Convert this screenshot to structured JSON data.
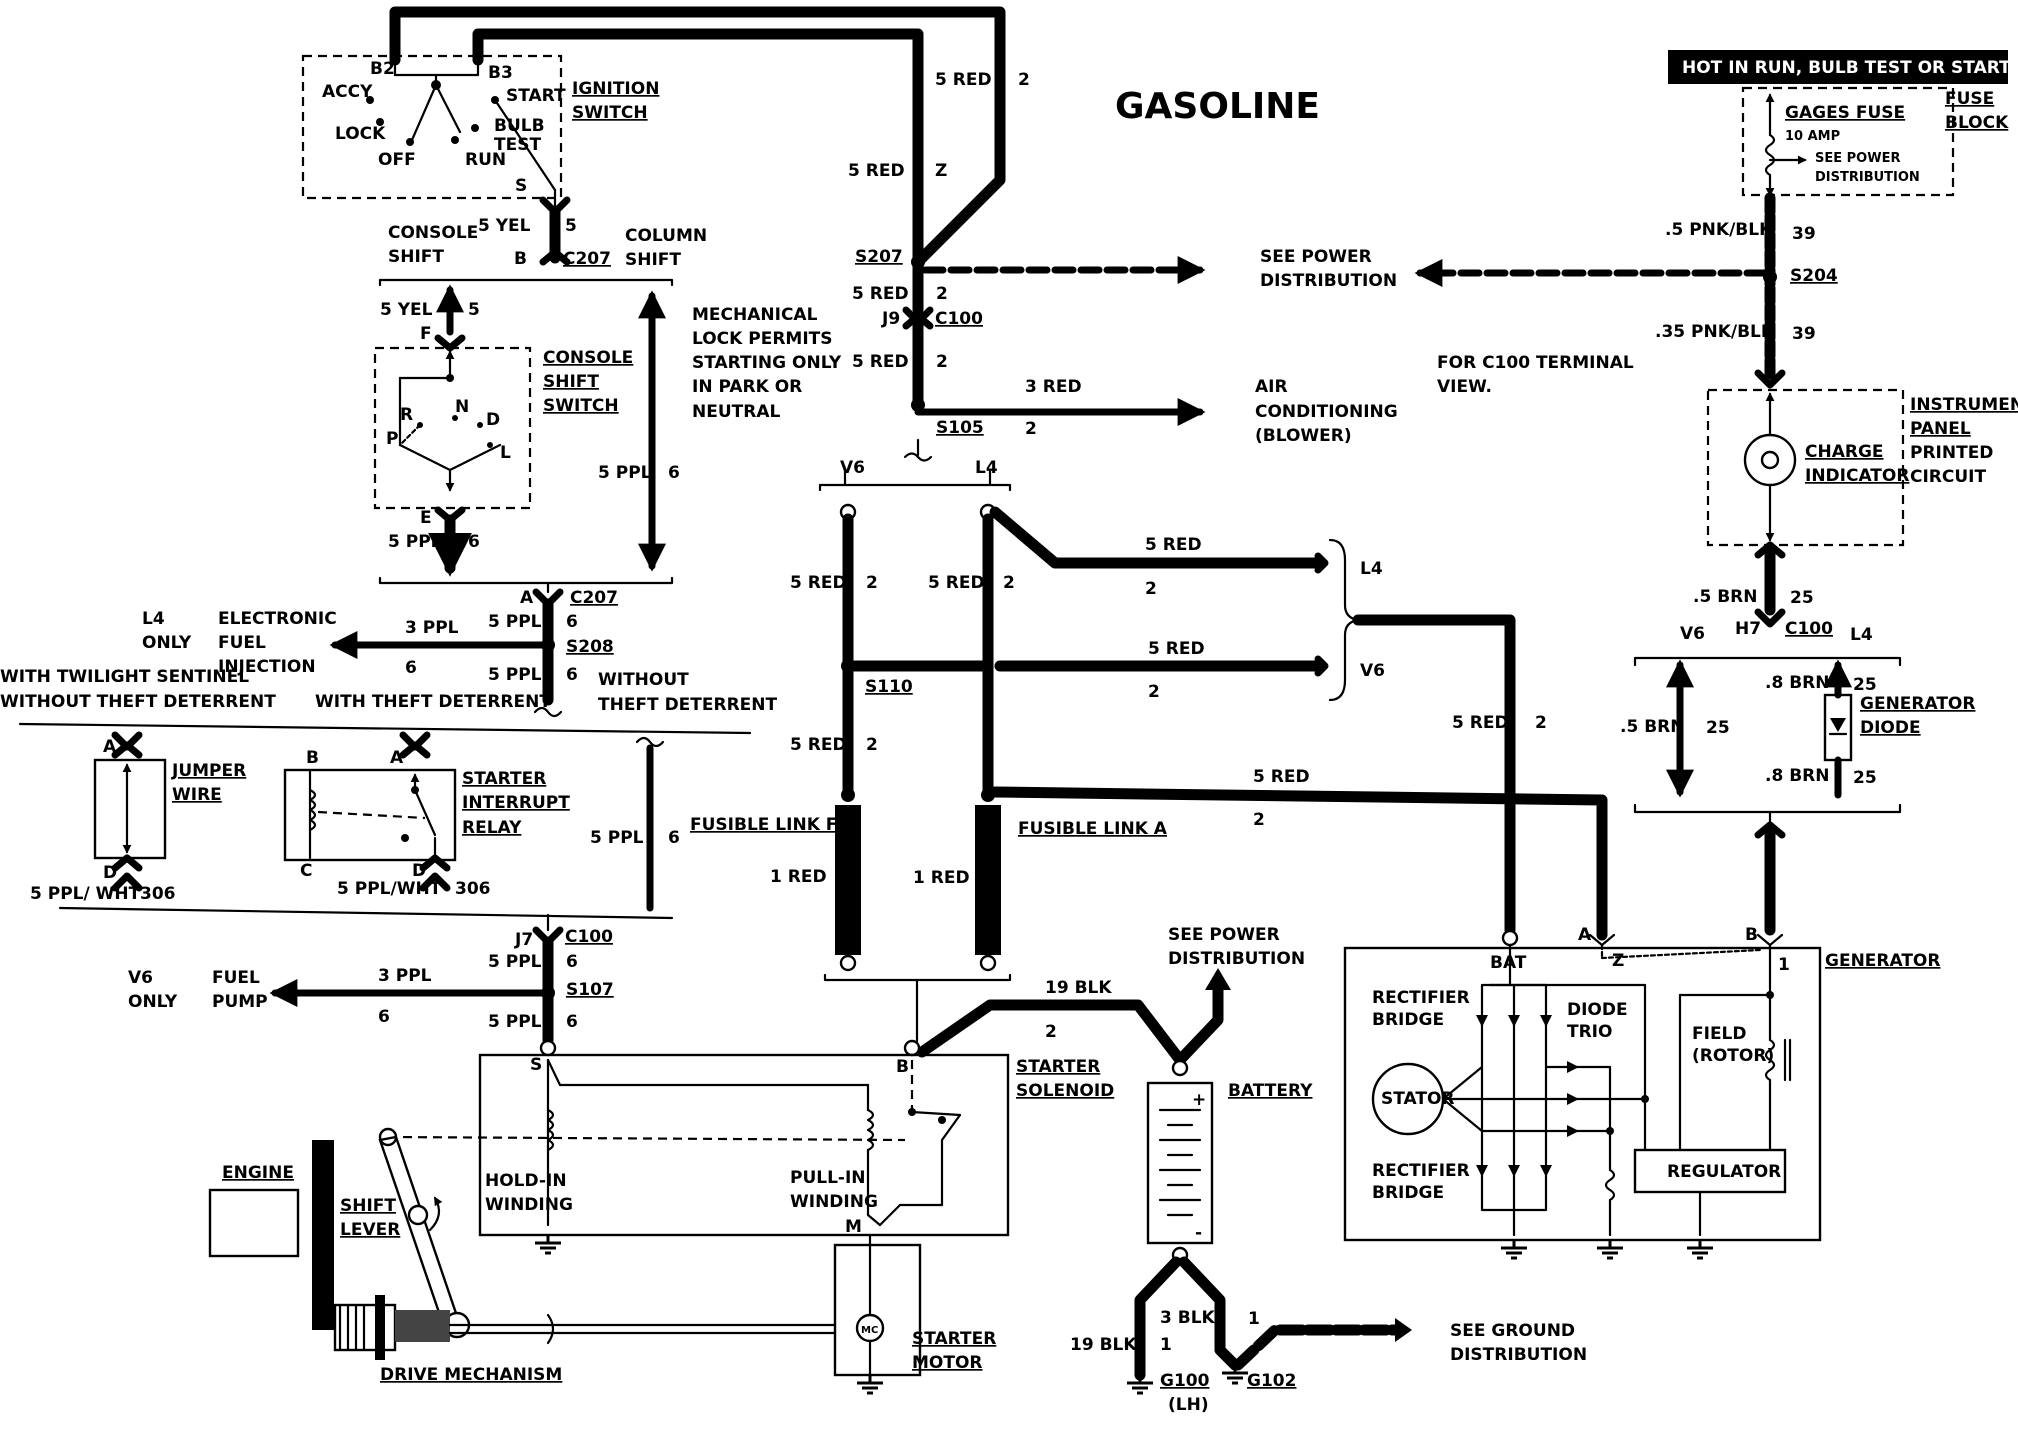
{
  "title": "GASOLINE",
  "banner": "HOT IN RUN,  BULB TEST OR START",
  "ignition": {
    "label1": "IGNITION",
    "label2": "SWITCH",
    "pos_accy": "ACCY",
    "pos_lock": "LOCK",
    "pos_off": "OFF",
    "pos_run": "RUN",
    "pos_start": "START",
    "pos_bulb": "BULB",
    "pos_test": "TEST",
    "t_b2": "B2",
    "t_b3": "B3",
    "t_s": "S"
  },
  "fuse_block": {
    "label1": "FUSE",
    "label2": "BLOCK",
    "fuse": "GAGES FUSE",
    "amp": "10 AMP",
    "see1": "SEE POWER",
    "see2": "DISTRIBUTION"
  },
  "wires": {
    "w_5red_2_top": "5 RED",
    "n_2_top": "2",
    "w_5red_z": "5 RED",
    "n_z": "Z",
    "s207": "S207",
    "w_5red_j9": "5 RED",
    "n_2_j9": "2",
    "j9": "J9",
    "c100_j9": "C100",
    "w_5red_c100": "5 RED",
    "n_2_c100": "2",
    "w_3red_ac": "3 RED",
    "s105": "S105",
    "n_2_s105": "2",
    "see_power1": "SEE POWER",
    "see_power2": "DISTRIBUTION",
    "ac1": "AIR",
    "ac2": "CONDITIONING",
    "ac3": "(BLOWER)",
    "c100view1": "FOR C100 TERMINAL",
    "c100view2": "VIEW.",
    "pnk1": ".5 PNK/BLK",
    "n39a": "39",
    "s204": "S204",
    "pnk2": ".35 PNK/BLK",
    "n39b": "39",
    "brn1": ".5 BRN",
    "n25a": "25",
    "h7": "H7",
    "c100_h7": "C100",
    "v6_r": "V6",
    "l4_r": "L4",
    "brn_v6": ".5 BRN",
    "n25v6": "25",
    "brn_d1": ".8 BRN",
    "n25d1": "25",
    "brn_d2": ".8 BRN",
    "n25d2": "25",
    "v6": "V6",
    "l4": "L4",
    "red_v6": "5 RED",
    "n2_v6": "2",
    "red_l4": "5 RED",
    "n2_l4": "2",
    "s110": "S110",
    "red_s110": "5 RED",
    "n2_s110": "2",
    "red_top_l4": "5 RED",
    "n2_top_l4": "2",
    "l4_brace": "L4",
    "red_mid_v6": "5 RED",
    "n2_mid_v6": "2",
    "v6_brace": "V6",
    "red_gen": "5 RED",
    "n2_gen": "2",
    "red_bat": "5 RED",
    "n2_bat": "2",
    "fuse_f": "FUSIBLE LINK F",
    "fuse_a": "FUSIBLE LINK A",
    "red1_f": "1 RED",
    "red1_a": "1 RED",
    "blk19": "19 BLK",
    "n2_blk": "2",
    "see_pd1": "SEE POWER",
    "see_pd2": "DISTRIBUTION",
    "blk3": "3 BLK",
    "n1a": "1",
    "blk19b": "19 BLK",
    "n1b": "1",
    "g100": "G100",
    "lh": "(LH)",
    "g102": "G102",
    "see_g1": "SEE GROUND",
    "see_g2": "DISTRIBUTION"
  },
  "left": {
    "yel5": "5 YEL",
    "n5": "5",
    "t_b": "B",
    "c207": "C207",
    "console1": "CONSOLE",
    "console2": "SHIFT",
    "column1": "COLUMN",
    "column2": "SHIFT",
    "yel5b": "5 YEL",
    "n5b": "5",
    "t_f": "F",
    "css1": "CONSOLE",
    "css2": "SHIFT",
    "css3": "SWITCH",
    "p_r": "R",
    "p_n": "N",
    "p_d": "D",
    "p_p": "P",
    "p_l": "L",
    "t_e": "E",
    "ppl5": "5 PPL",
    "n6": "6",
    "mech1": "MECHANICAL",
    "mech2": "LOCK PERMITS",
    "mech3": "STARTING ONLY",
    "mech4": "IN PARK OR",
    "mech5": "NEUTRAL",
    "ppl5_col": "5 PPL",
    "n6_col": "6",
    "t_a": "A",
    "c207b": "C207",
    "ppl5_a": "5 PPL",
    "n6_a": "6",
    "l4only1": "L4",
    "l4only2": "ONLY",
    "efi1": "ELECTRONIC",
    "efi2": "FUEL",
    "efi3": "INJECTION",
    "ppl3": "3 PPL",
    "n6_efi": "6",
    "s208": "S208",
    "ppl5_s208": "5 PPL",
    "n6_s208": "6",
    "twilight1": "WITH TWILIGHT SENTINEL",
    "twilight2": "WITHOUT THEFT DETERRENT",
    "with_theft": "WITH THEFT DETERRENT",
    "without1": "WITHOUT",
    "without2": "THEFT DETERRENT",
    "jw_a": "A",
    "jw1": "JUMPER",
    "jw2": "WIRE",
    "jw_d": "D",
    "sir_b": "B",
    "sir_a": "A",
    "sir1": "STARTER",
    "sir2": "INTERRUPT",
    "sir3": "RELAY",
    "sir_c": "C",
    "sir_d": "D",
    "ppl_wht1": "5 PPL/ WHT",
    "n306a": "306",
    "ppl_wht2": "5 PPL/WHT",
    "n306b": "306",
    "ppl5_mid": "5 PPL",
    "n6_mid": "6",
    "j7": "J7",
    "c100": "C100",
    "ppl5_j7": "5 PPL",
    "n6_j7": "6",
    "v6only1": "V6",
    "v6only2": "ONLY",
    "fuel1": "FUEL",
    "fuel2": "PUMP",
    "ppl3_fp": "3 PPL",
    "n6_fp": "6",
    "s107": "S107",
    "ppl5_s": "5 PPL",
    "n6_s": "6"
  },
  "starter": {
    "t_s": "S",
    "t_b": "B",
    "t_m": "M",
    "sol1": "STARTER",
    "sol2": "SOLENOID",
    "hold1": "HOLD-IN",
    "hold2": "WINDING",
    "pull1": "PULL-IN",
    "pull2": "WINDING",
    "engine": "ENGINE",
    "shift1": "SHIFT",
    "shift2": "LEVER",
    "drive": "DRIVE MECHANISM",
    "motor1": "STARTER",
    "motor2": "MOTOR",
    "mc": "MC"
  },
  "battery": {
    "label": "BATTERY",
    "plus": "+",
    "minus": "-"
  },
  "panel": {
    "label1": "INSTRUMENT",
    "label2": "PANEL",
    "label3": "PRINTED",
    "label4": "CIRCUIT",
    "charge1": "CHARGE",
    "charge2": "INDICATOR",
    "diode1": "GENERATOR",
    "diode2": "DIODE"
  },
  "generator": {
    "label": "GENERATOR",
    "bat": "BAT",
    "t_a": "A",
    "t_b": "B",
    "z": "Z",
    "one": "1",
    "rect1": "RECTIFIER",
    "rect2": "BRIDGE",
    "rect3": "RECTIFIER",
    "rect4": "BRIDGE",
    "trio1": "DIODE",
    "trio2": "TRIO",
    "stator": "STATOR",
    "field1": "FIELD",
    "field2": "(ROTOR)",
    "regulator": "REGULATOR"
  }
}
